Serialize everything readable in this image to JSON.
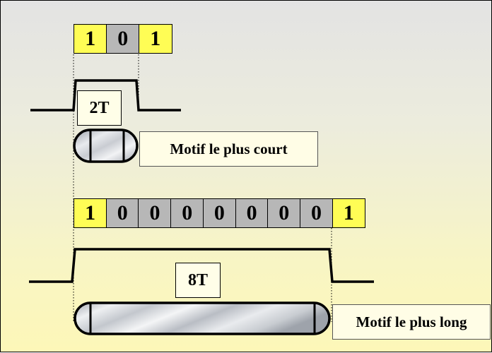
{
  "short_pattern": {
    "bits": [
      "1",
      "0",
      "1"
    ],
    "duration_label": "2T",
    "caption": "Motif le plus court"
  },
  "long_pattern": {
    "bits": [
      "1",
      "0",
      "0",
      "0",
      "0",
      "0",
      "0",
      "0",
      "1"
    ],
    "duration_label": "8T",
    "caption": "Motif le plus long"
  },
  "colors": {
    "one_bit": "#fffd55",
    "zero_bit": "#b7b7b7"
  }
}
